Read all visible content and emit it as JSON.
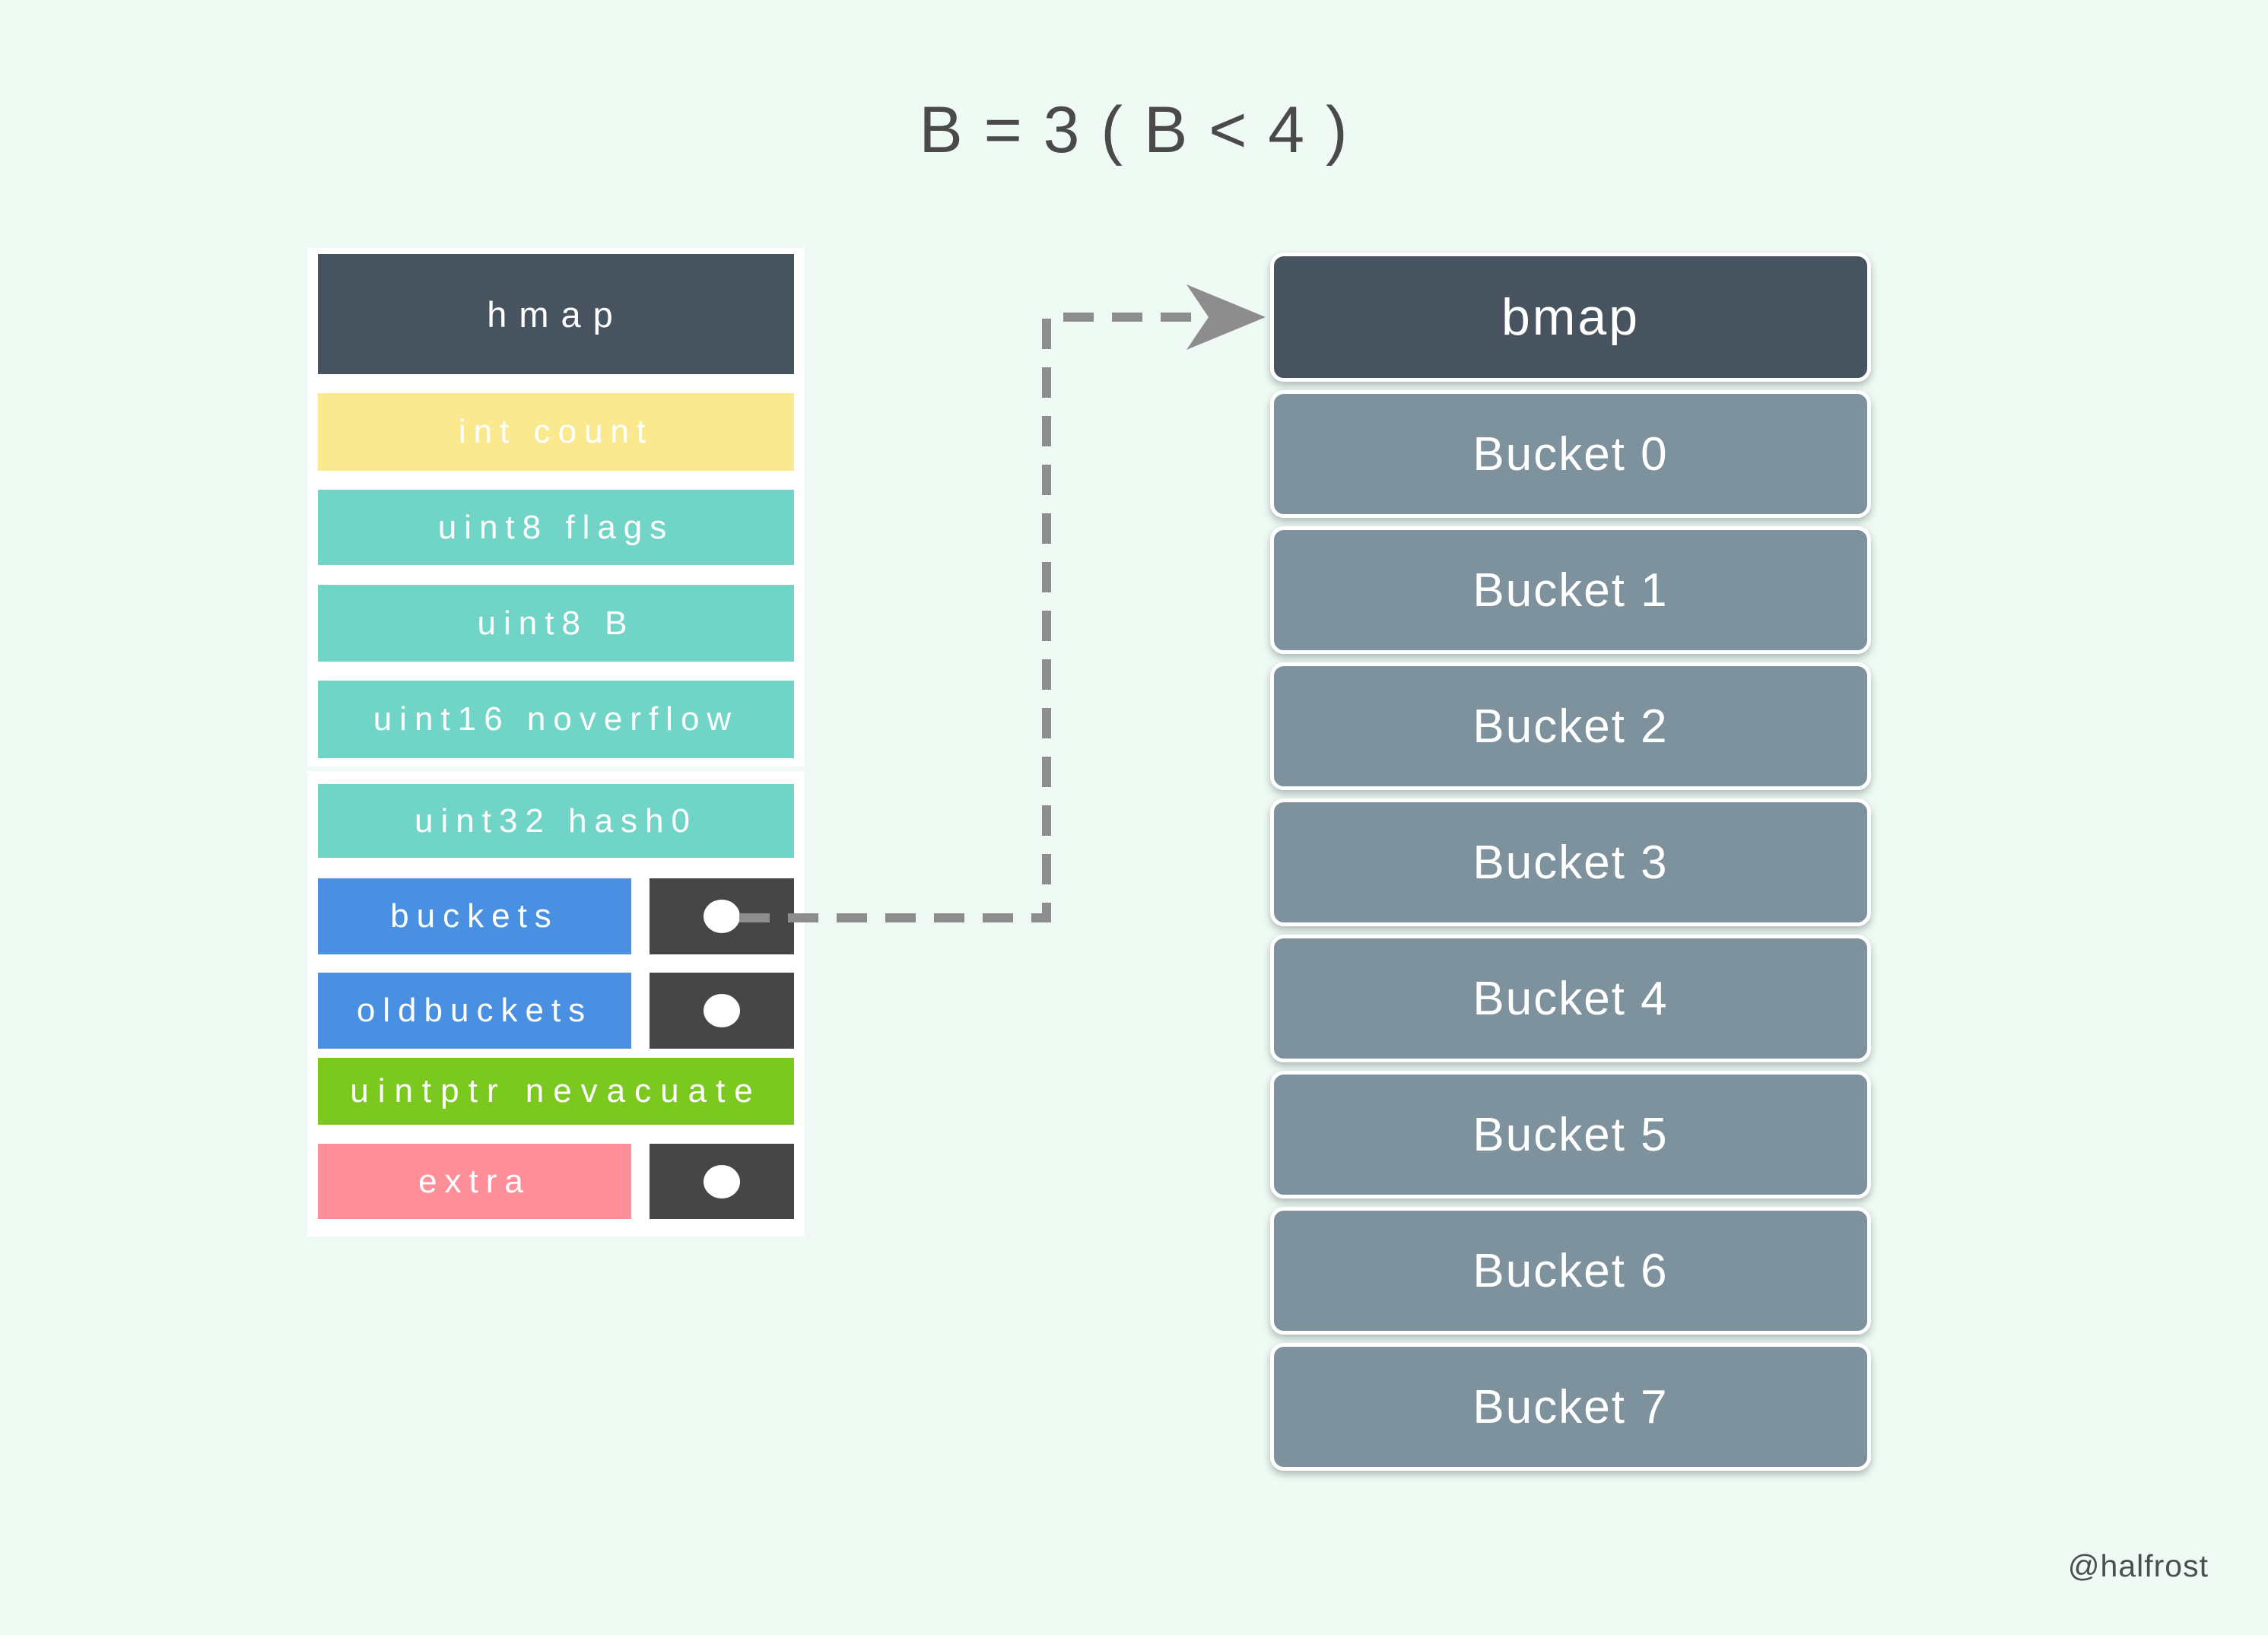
{
  "title": "B = 3 ( B < 4 )",
  "credit": "@halfrost",
  "hmap_struct": {
    "header": "hmap",
    "rows": [
      {
        "label": "int count",
        "color": "#fae98e",
        "pointer": false
      },
      {
        "label": "uint8 flags",
        "color": "#70d5c7",
        "pointer": false
      },
      {
        "label": "uint8 B",
        "color": "#70d5c7",
        "pointer": false
      },
      {
        "label": "uint16 noverflow",
        "color": "#70d5c7",
        "pointer": false
      },
      {
        "label": "uint32 hash0",
        "color": "#70d5c7",
        "pointer": false
      },
      {
        "label": "buckets",
        "color": "#4a90e2",
        "pointer": true
      },
      {
        "label": "oldbuckets",
        "color": "#4a90e2",
        "pointer": true
      },
      {
        "label": "uintptr nevacuate",
        "color": "#7bc91e",
        "pointer": false
      },
      {
        "label": "extra",
        "color": "#fe8e98",
        "pointer": true
      }
    ]
  },
  "bmap_struct": {
    "header": "bmap",
    "buckets": [
      "Bucket 0",
      "Bucket 1",
      "Bucket 2",
      "Bucket 3",
      "Bucket 4",
      "Bucket 5",
      "Bucket 6",
      "Bucket 7"
    ]
  },
  "arrow": {
    "from": "buckets pointer dot",
    "to": "bmap header",
    "style": "dashed"
  },
  "colors": {
    "background": "#eefaf3",
    "card": "#ffffff",
    "header_slate": "#47545f",
    "field_yellow": "#fae98e",
    "field_teal": "#70d5c7",
    "field_blue": "#4a90e2",
    "field_green": "#7bc91e",
    "field_pink": "#fe8e98",
    "pointer_box": "#464646",
    "bucket_gray": "#7d929d",
    "arrow_gray": "#8d8d8d",
    "title_text": "#4a4a4a"
  }
}
